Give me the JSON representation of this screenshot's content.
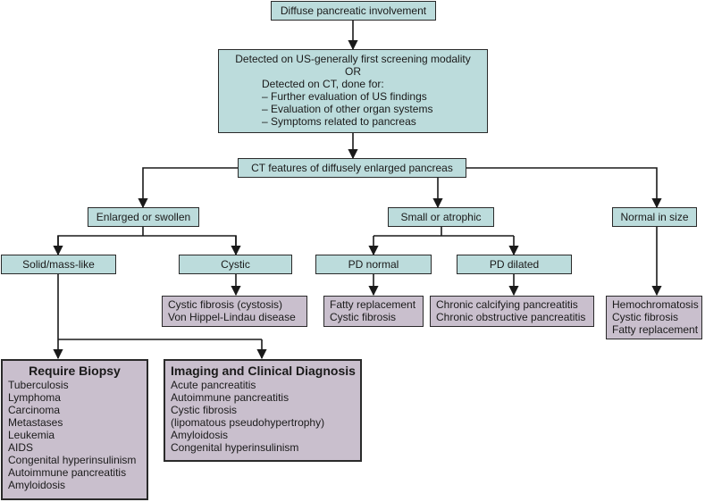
{
  "root": "Diffuse pancreatic involvement",
  "detection": {
    "line1": "Detected on US-generally first screening modality",
    "or": "OR",
    "line2": "Detected on CT, done for:",
    "bullets": [
      "– Further evaluation of US findings",
      "– Evaluation of other organ systems",
      "– Symptoms related to pancreas"
    ]
  },
  "ct_features": "CT features of diffusely enlarged pancreas",
  "enlarged": "Enlarged or swollen",
  "small": "Small or atrophic",
  "normal": "Normal in size",
  "solid": "Solid/mass-like",
  "cystic": "Cystic",
  "pd_normal": "PD normal",
  "pd_dilated": "PD dilated",
  "cystic_results": [
    "Cystic fibrosis (cystosis)",
    "Von Hippel-Lindau disease"
  ],
  "pd_normal_results": [
    "Fatty replacement",
    "Cystic fibrosis"
  ],
  "pd_dilated_results": [
    "Chronic calcifying pancreatitis",
    "Chronic obstructive pancreatitis"
  ],
  "normal_results": [
    "Hemochromatosis",
    "Cystic fibrosis",
    "Fatty replacement"
  ],
  "biopsy": {
    "title": "Require Biopsy",
    "items": [
      "Tuberculosis",
      "Lymphoma",
      "Carcinoma",
      "Metastases",
      "Leukemia",
      "AIDS",
      "Congenital hyperinsulinism",
      "Autoimmune pancreatitis",
      "Amyloidosis"
    ]
  },
  "imaging": {
    "title": "Imaging and Clinical Diagnosis",
    "items": [
      "Acute pancreatitis",
      "Autoimmune pancreatitis",
      "Cystic fibrosis",
      "(lipomatous pseudohypertrophy)",
      "Amyloidosis",
      "Congenital hyperinsulinism"
    ]
  }
}
